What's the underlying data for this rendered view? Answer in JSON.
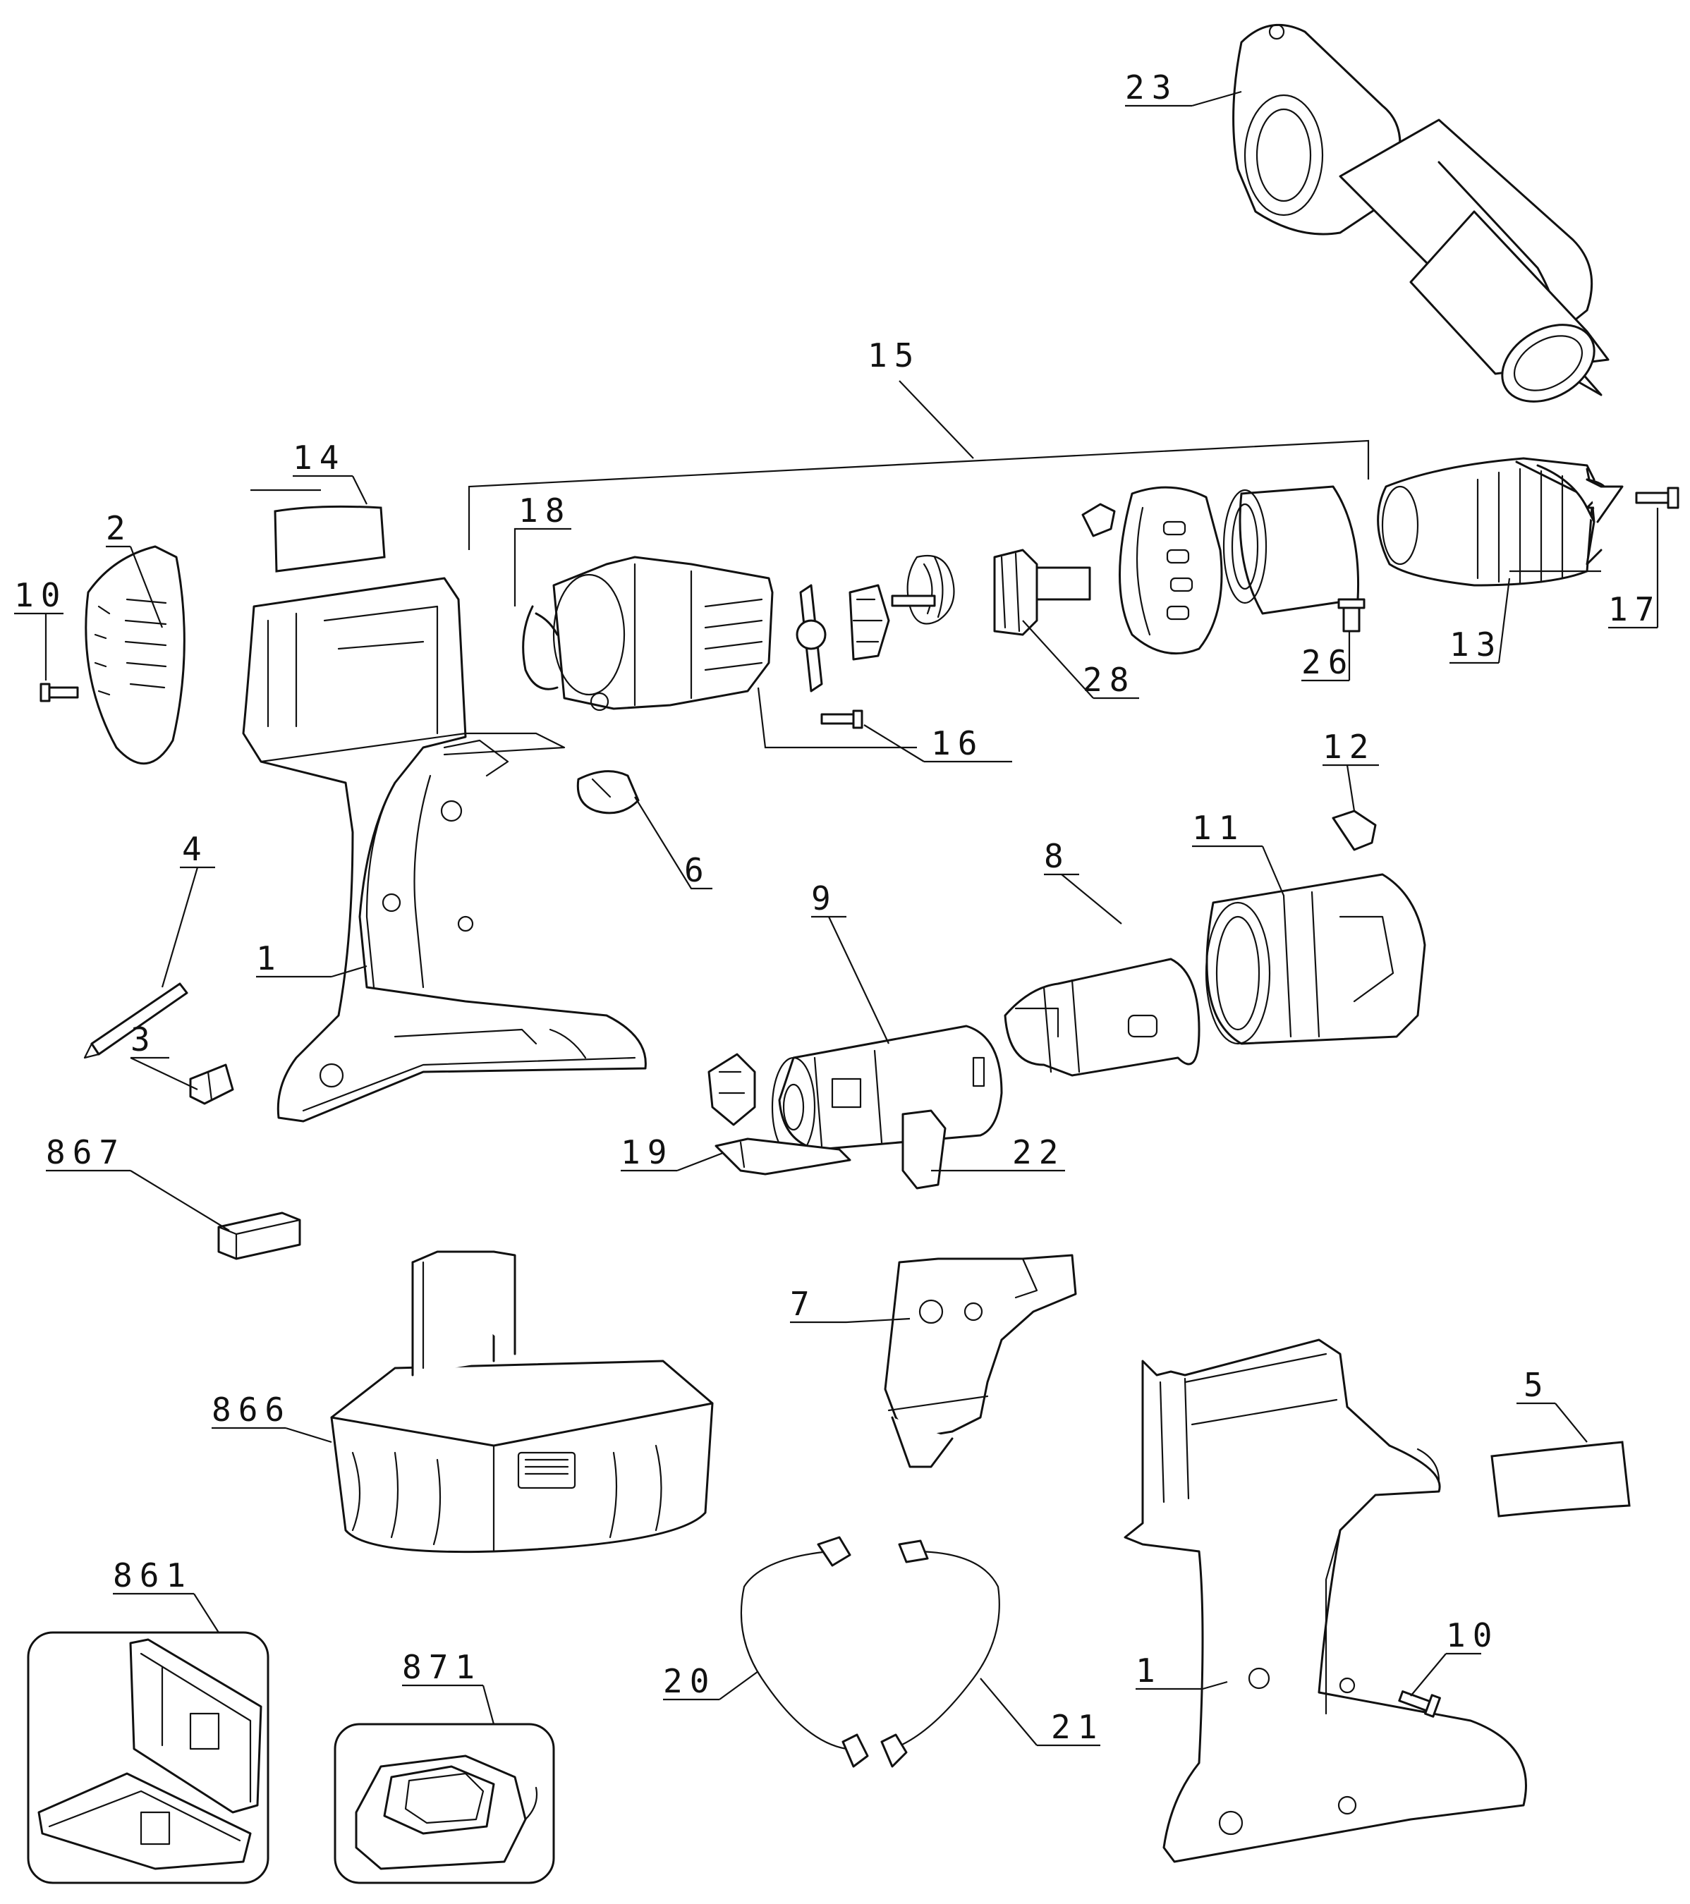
{
  "diagram": {
    "type": "exploded-parts-view",
    "callouts": {
      "p1a": "1",
      "p1b": "1",
      "p2": "2",
      "p3": "3",
      "p4": "4",
      "p5": "5",
      "p6": "6",
      "p7": "7",
      "p8": "8",
      "p9": "9",
      "p10a": "10",
      "p10b": "10",
      "p11": "11",
      "p12": "12",
      "p13": "13",
      "p14": "14",
      "p15": "15",
      "p16": "16",
      "p17": "17",
      "p18": "18",
      "p19": "19",
      "p20": "20",
      "p21": "21",
      "p22": "22",
      "p23": "23",
      "p26": "26",
      "p28": "28",
      "p861": "861",
      "p866": "866",
      "p867": "867",
      "p871": "871"
    }
  }
}
